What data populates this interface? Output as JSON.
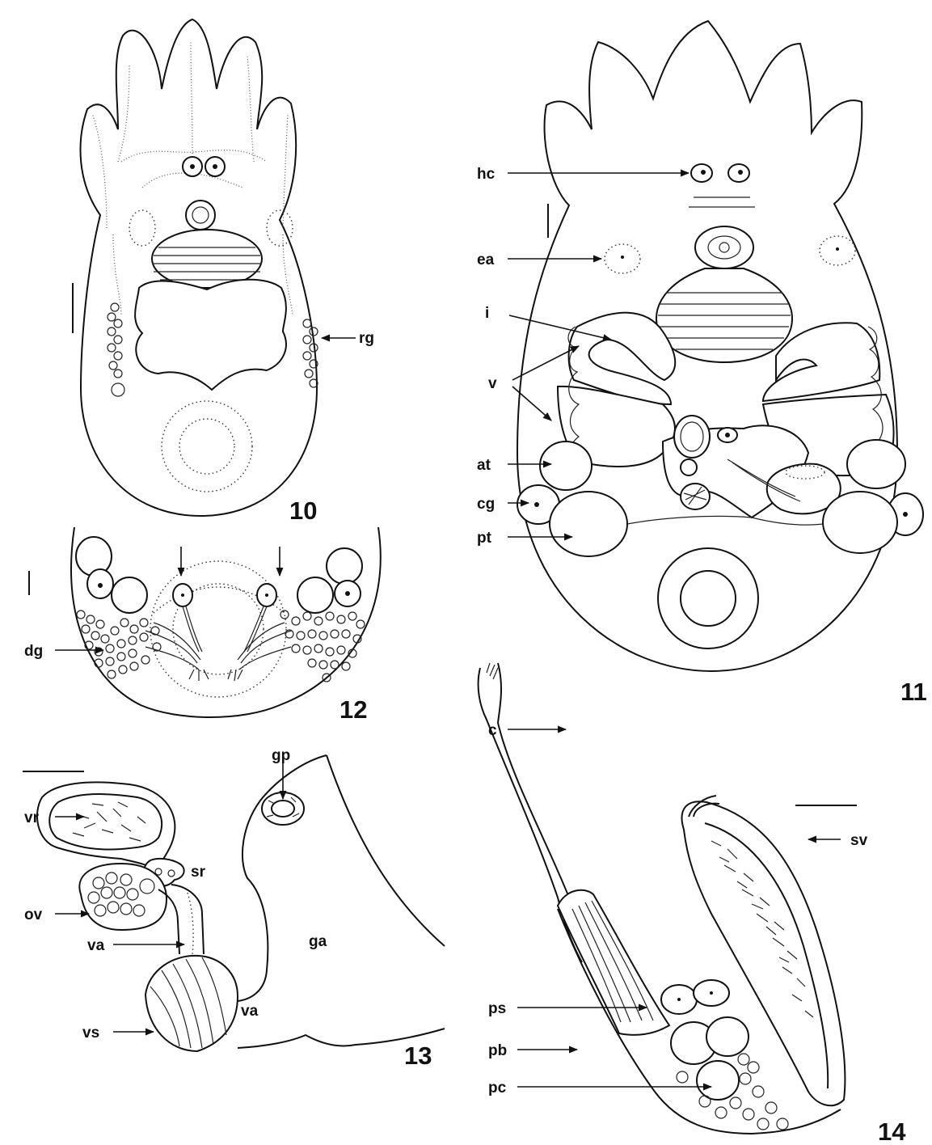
{
  "figures": [
    {
      "number": "10",
      "labels": [
        "rg"
      ]
    },
    {
      "number": "11",
      "labels": [
        "hc",
        "ea",
        "i",
        "v",
        "at",
        "cg",
        "pt"
      ]
    },
    {
      "number": "12",
      "labels": [
        "dg"
      ]
    },
    {
      "number": "13",
      "labels": [
        "gp",
        "vr",
        "sr",
        "ov",
        "ga",
        "va",
        "va",
        "vs"
      ]
    },
    {
      "number": "14",
      "labels": [
        "c",
        "sv",
        "ps",
        "pb",
        "pc"
      ]
    }
  ]
}
